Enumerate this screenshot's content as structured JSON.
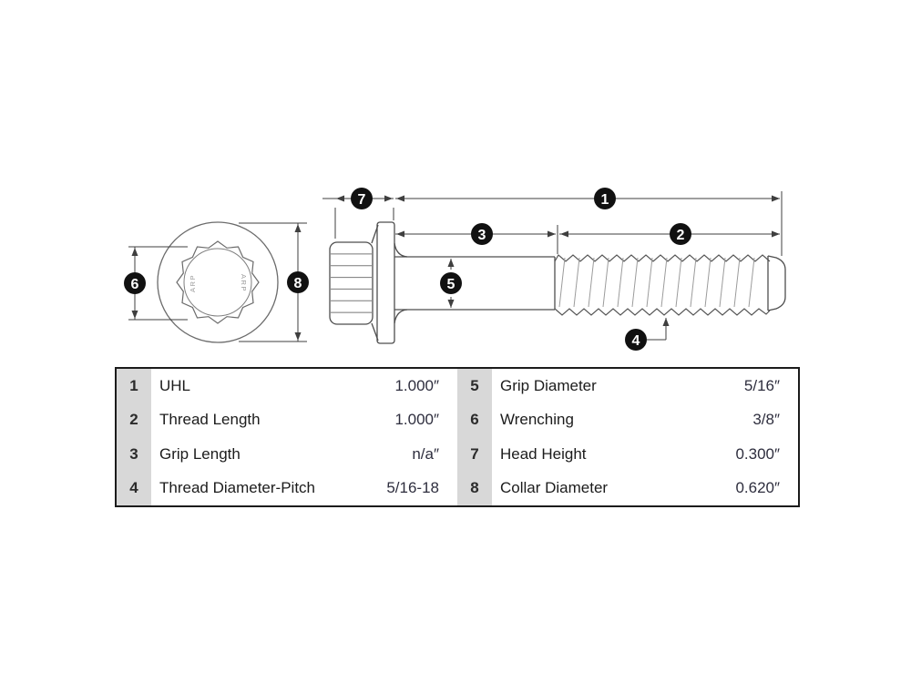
{
  "diagram": {
    "brand_text": "ARP",
    "callout_labels": [
      "1",
      "2",
      "3",
      "4",
      "5",
      "6",
      "7",
      "8"
    ]
  },
  "spec_table": {
    "rows": [
      {
        "num": "1",
        "label": "UHL",
        "value": "1.000″"
      },
      {
        "num": "2",
        "label": "Thread Length",
        "value": "1.000″"
      },
      {
        "num": "3",
        "label": "Grip Length",
        "value": "n/a″"
      },
      {
        "num": "4",
        "label": "Thread Diameter-Pitch",
        "value": "5/16-18"
      },
      {
        "num": "5",
        "label": "Grip Diameter",
        "value": "5/16″"
      },
      {
        "num": "6",
        "label": "Wrenching",
        "value": "3/8″"
      },
      {
        "num": "7",
        "label": "Head Height",
        "value": "0.300″"
      },
      {
        "num": "8",
        "label": "Collar Diameter",
        "value": "0.620″"
      }
    ]
  },
  "colors": {
    "outline": "#4d4d4d",
    "dimension_line": "#3f3f3f",
    "callout_fill": "#111111",
    "callout_text": "#ffffff",
    "table_border": "#1b1b1b",
    "number_column_bg": "#d8d8d8",
    "label_text": "#1c1c1c",
    "value_text": "#2e2e3e"
  }
}
